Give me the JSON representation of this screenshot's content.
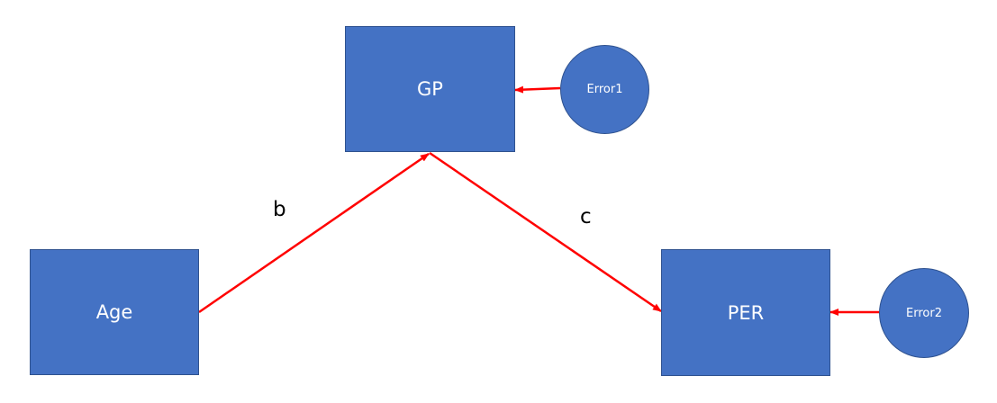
{
  "nodes": {
    "gp": {
      "label": "GP"
    },
    "age": {
      "label": "Age"
    },
    "per": {
      "label": "PER"
    },
    "error1": {
      "label": "Error1"
    },
    "error2": {
      "label": "Error2"
    }
  },
  "paths": {
    "b": {
      "label": "b"
    },
    "c": {
      "label": "c"
    }
  },
  "colors": {
    "node_fill": "#4472c4",
    "node_border": "#2f528f",
    "arrow": "#ff0000"
  }
}
